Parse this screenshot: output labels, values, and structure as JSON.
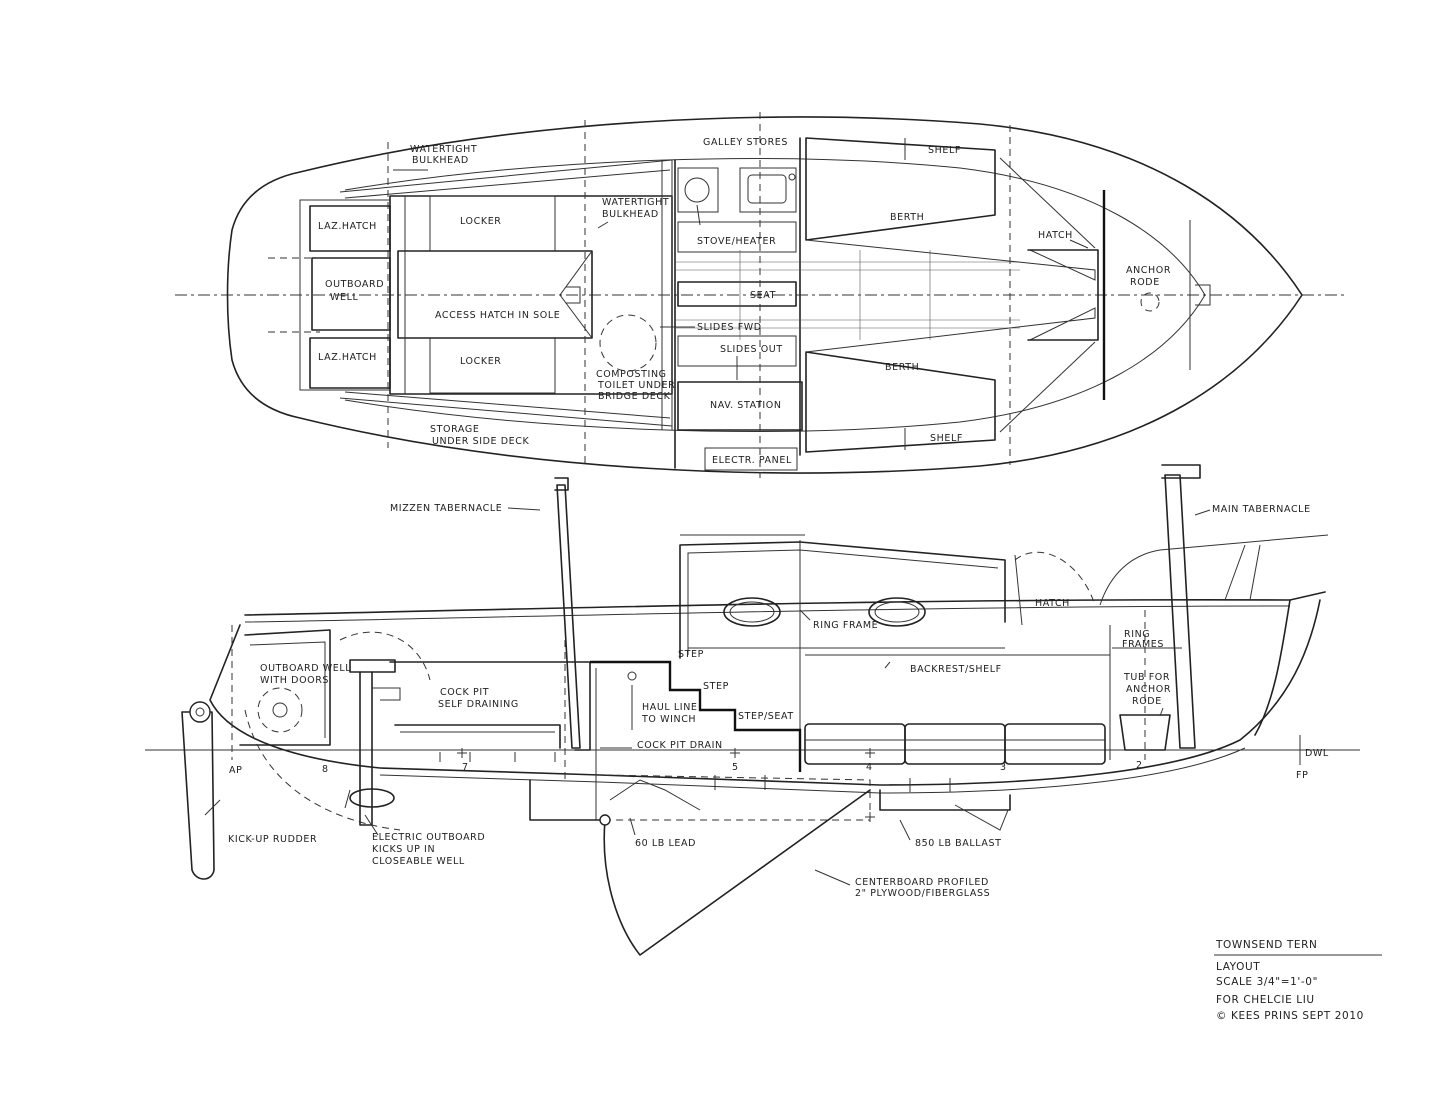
{
  "plan": {
    "watertight_bulkhead_aft": [
      "WATERTIGHT",
      "BULKHEAD"
    ],
    "laz_hatch_upper": "LAZ.HATCH",
    "laz_hatch_lower": "LAZ.HATCH",
    "outboard_well": [
      "OUTBOARD",
      "WELL"
    ],
    "locker_upper": "LOCKER",
    "locker_lower": "LOCKER",
    "access_hatch": "ACCESS HATCH IN SOLE",
    "watertight_bulkhead_fwd": [
      "WATERTIGHT",
      "BULKHEAD"
    ],
    "composting_toilet": [
      "COMPOSTING",
      "TOILET UNDER",
      "BRIDGE DECK"
    ],
    "slides_fwd": "SLIDES FWD",
    "galley_stores": "GALLEY STORES",
    "stove_heater": "STOVE/HEATER",
    "seat": "SEAT",
    "slides_out": "SLIDES OUT",
    "nav_station": "NAV. STATION",
    "electr_panel": "ELECTR. PANEL",
    "berth_upper": "BERTH",
    "berth_lower": "BERTH",
    "shelf_upper": "SHELF",
    "shelf_lower": "SHELF",
    "hatch": "HATCH",
    "anchor_rode": [
      "ANCHOR",
      "RODE"
    ],
    "storage": [
      "STORAGE",
      "UNDER SIDE DECK"
    ]
  },
  "profile": {
    "mizzen_tabernacle": "MIZZEN TABERNACLE",
    "main_tabernacle": "MAIN TABERNACLE",
    "ring_frame": "RING FRAME",
    "hatch": "HATCH",
    "ring_frames": [
      "RING",
      "FRAMES"
    ],
    "outboard_well_doors": [
      "OUTBOARD WELL",
      "WITH DOORS"
    ],
    "cockpit": [
      "COCK PIT",
      "SELF DRAINING"
    ],
    "step1": "STEP",
    "step2": "STEP",
    "step_seat": "STEP/SEAT",
    "haul_line": [
      "HAUL LINE",
      "TO WINCH"
    ],
    "cockpit_drain": "COCK PIT DRAIN",
    "backrest_shelf": "BACKREST/SHELF",
    "tub": [
      "TUB FOR",
      "ANCHOR",
      "RODE"
    ],
    "dwl": "DWL",
    "ap": "AP",
    "fp": "FP",
    "stations": [
      "8",
      "7",
      "5",
      "4",
      "3",
      "2"
    ],
    "kick_up_rudder": "KICK-UP RUDDER",
    "electric_outboard": [
      "ELECTRIC OUTBOARD",
      "KICKS UP IN",
      "CLOSEABLE WELL"
    ],
    "lead": "60 LB LEAD",
    "ballast": "850 LB BALLAST",
    "centerboard": [
      "CENTERBOARD PROFILED",
      "2\" PLYWOOD/FIBERGLASS"
    ]
  },
  "title_block": {
    "title": "TOWNSEND TERN",
    "line1": "LAYOUT",
    "line2": "SCALE 3/4\"=1'-0\"",
    "line3": "FOR CHELCIE LIU",
    "line4": "© KEES PRINS   SEPT 2010"
  }
}
